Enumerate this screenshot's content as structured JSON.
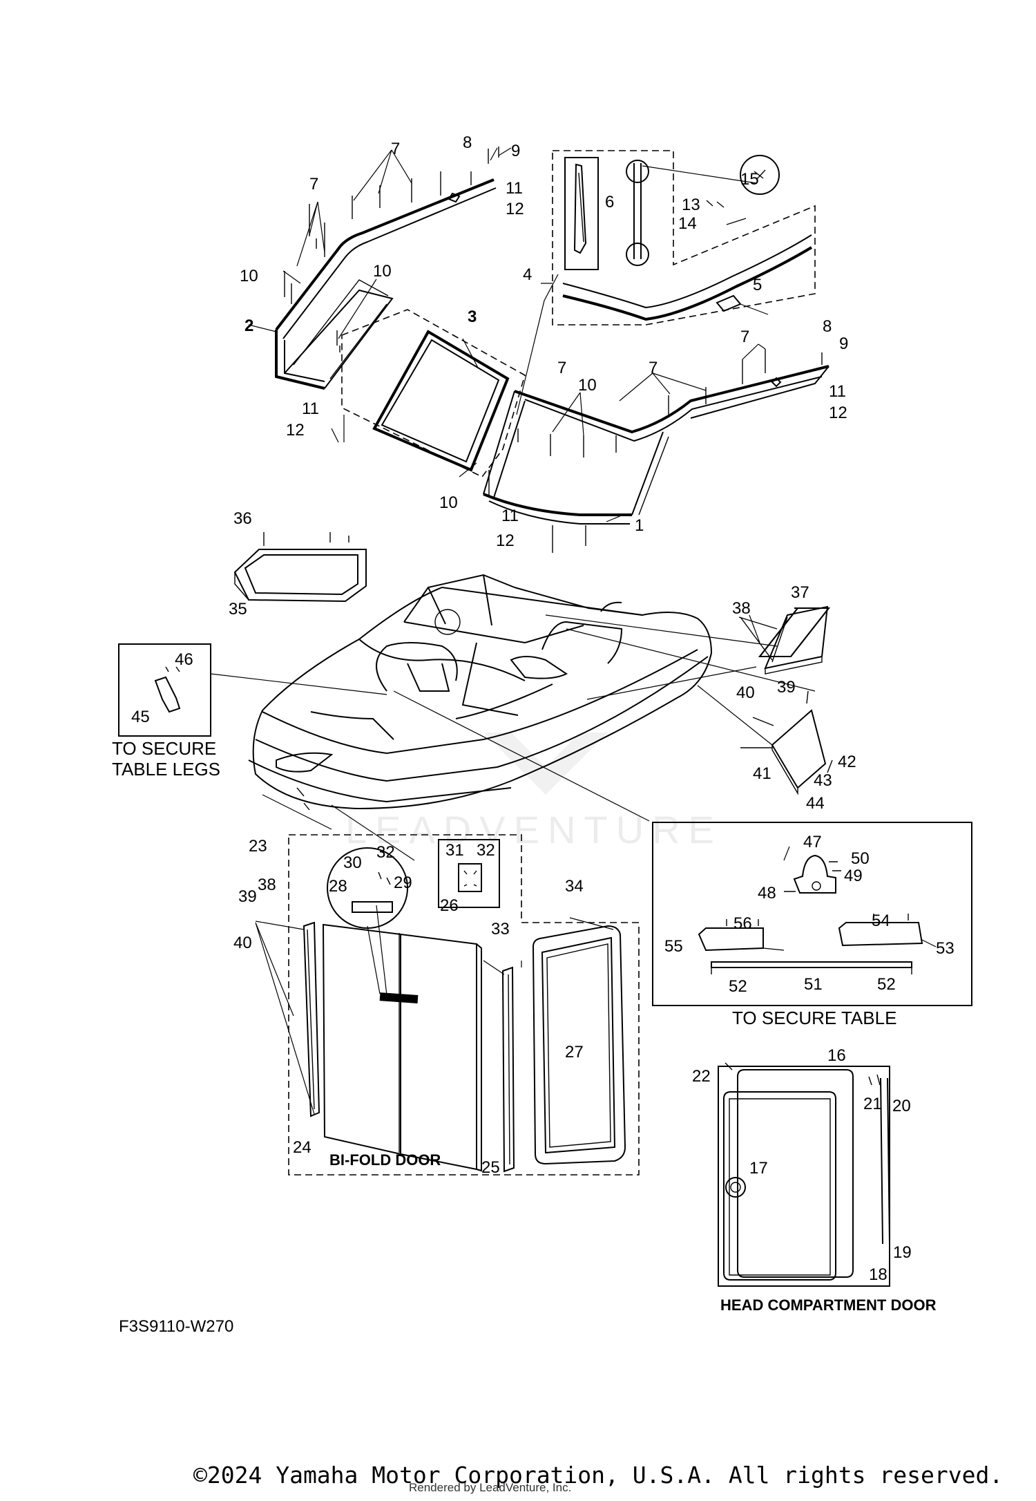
{
  "callouts": [
    {
      "id": "c1",
      "text": "1"
    },
    {
      "id": "c2",
      "text": "2"
    },
    {
      "id": "c3",
      "text": "3"
    },
    {
      "id": "c4",
      "text": "4"
    },
    {
      "id": "c5",
      "text": "5"
    },
    {
      "id": "c6",
      "text": "6"
    },
    {
      "id": "c7a",
      "text": "7"
    },
    {
      "id": "c7b",
      "text": "7"
    },
    {
      "id": "c7c",
      "text": "7"
    },
    {
      "id": "c7d",
      "text": "7"
    },
    {
      "id": "c7e",
      "text": "7"
    },
    {
      "id": "c8a",
      "text": "8"
    },
    {
      "id": "c8b",
      "text": "8"
    },
    {
      "id": "c9a",
      "text": "9"
    },
    {
      "id": "c9b",
      "text": "9"
    },
    {
      "id": "c10a",
      "text": "10"
    },
    {
      "id": "c10b",
      "text": "10"
    },
    {
      "id": "c10c",
      "text": "10"
    },
    {
      "id": "c10d",
      "text": "10"
    },
    {
      "id": "c11a",
      "text": "11"
    },
    {
      "id": "c11b",
      "text": "11"
    },
    {
      "id": "c11c",
      "text": "11"
    },
    {
      "id": "c11d",
      "text": "11"
    },
    {
      "id": "c12a",
      "text": "12"
    },
    {
      "id": "c12b",
      "text": "12"
    },
    {
      "id": "c12c",
      "text": "12"
    },
    {
      "id": "c12d",
      "text": "12"
    },
    {
      "id": "c13",
      "text": "13"
    },
    {
      "id": "c14",
      "text": "14"
    },
    {
      "id": "c15",
      "text": "15"
    },
    {
      "id": "c16",
      "text": "16"
    },
    {
      "id": "c17",
      "text": "17"
    },
    {
      "id": "c18",
      "text": "18"
    },
    {
      "id": "c19",
      "text": "19"
    },
    {
      "id": "c20",
      "text": "20"
    },
    {
      "id": "c21",
      "text": "21"
    },
    {
      "id": "c22",
      "text": "22"
    },
    {
      "id": "c23",
      "text": "23"
    },
    {
      "id": "c24",
      "text": "24"
    },
    {
      "id": "c25",
      "text": "25"
    },
    {
      "id": "c26",
      "text": "26"
    },
    {
      "id": "c27",
      "text": "27"
    },
    {
      "id": "c28",
      "text": "28"
    },
    {
      "id": "c29",
      "text": "29"
    },
    {
      "id": "c30",
      "text": "30"
    },
    {
      "id": "c31",
      "text": "31"
    },
    {
      "id": "c32a",
      "text": "32"
    },
    {
      "id": "c32b",
      "text": "32"
    },
    {
      "id": "c33",
      "text": "33"
    },
    {
      "id": "c34",
      "text": "34"
    },
    {
      "id": "c35",
      "text": "35"
    },
    {
      "id": "c36",
      "text": "36"
    },
    {
      "id": "c37",
      "text": "37"
    },
    {
      "id": "c38a",
      "text": "38"
    },
    {
      "id": "c38b",
      "text": "38"
    },
    {
      "id": "c39a",
      "text": "39"
    },
    {
      "id": "c39b",
      "text": "39"
    },
    {
      "id": "c40a",
      "text": "40"
    },
    {
      "id": "c40b",
      "text": "40"
    },
    {
      "id": "c41",
      "text": "41"
    },
    {
      "id": "c42",
      "text": "42"
    },
    {
      "id": "c43",
      "text": "43"
    },
    {
      "id": "c44",
      "text": "44"
    },
    {
      "id": "c45",
      "text": "45"
    },
    {
      "id": "c46",
      "text": "46"
    },
    {
      "id": "c47",
      "text": "47"
    },
    {
      "id": "c48",
      "text": "48"
    },
    {
      "id": "c49",
      "text": "49"
    },
    {
      "id": "c50",
      "text": "50"
    },
    {
      "id": "c51",
      "text": "51"
    },
    {
      "id": "c52a",
      "text": "52"
    },
    {
      "id": "c52b",
      "text": "52"
    },
    {
      "id": "c53",
      "text": "53"
    },
    {
      "id": "c54",
      "text": "54"
    },
    {
      "id": "c55",
      "text": "55"
    },
    {
      "id": "c56",
      "text": "56"
    }
  ],
  "captions": {
    "table_legs_line1": "TO SECURE",
    "table_legs_line2": "TABLE LEGS",
    "secure_table": "TO SECURE TABLE",
    "bi_fold_door": "BI-FOLD DOOR",
    "head_compartment_door": "HEAD COMPARTMENT DOOR"
  },
  "diagram_code": "F3S9110-W270",
  "copyright": "©2024 Yamaha Motor Corporation, U.S.A. All rights reserved.",
  "rendered_by": "Rendered by LeadVenture, Inc.",
  "watermark": "LEADVENTURE"
}
